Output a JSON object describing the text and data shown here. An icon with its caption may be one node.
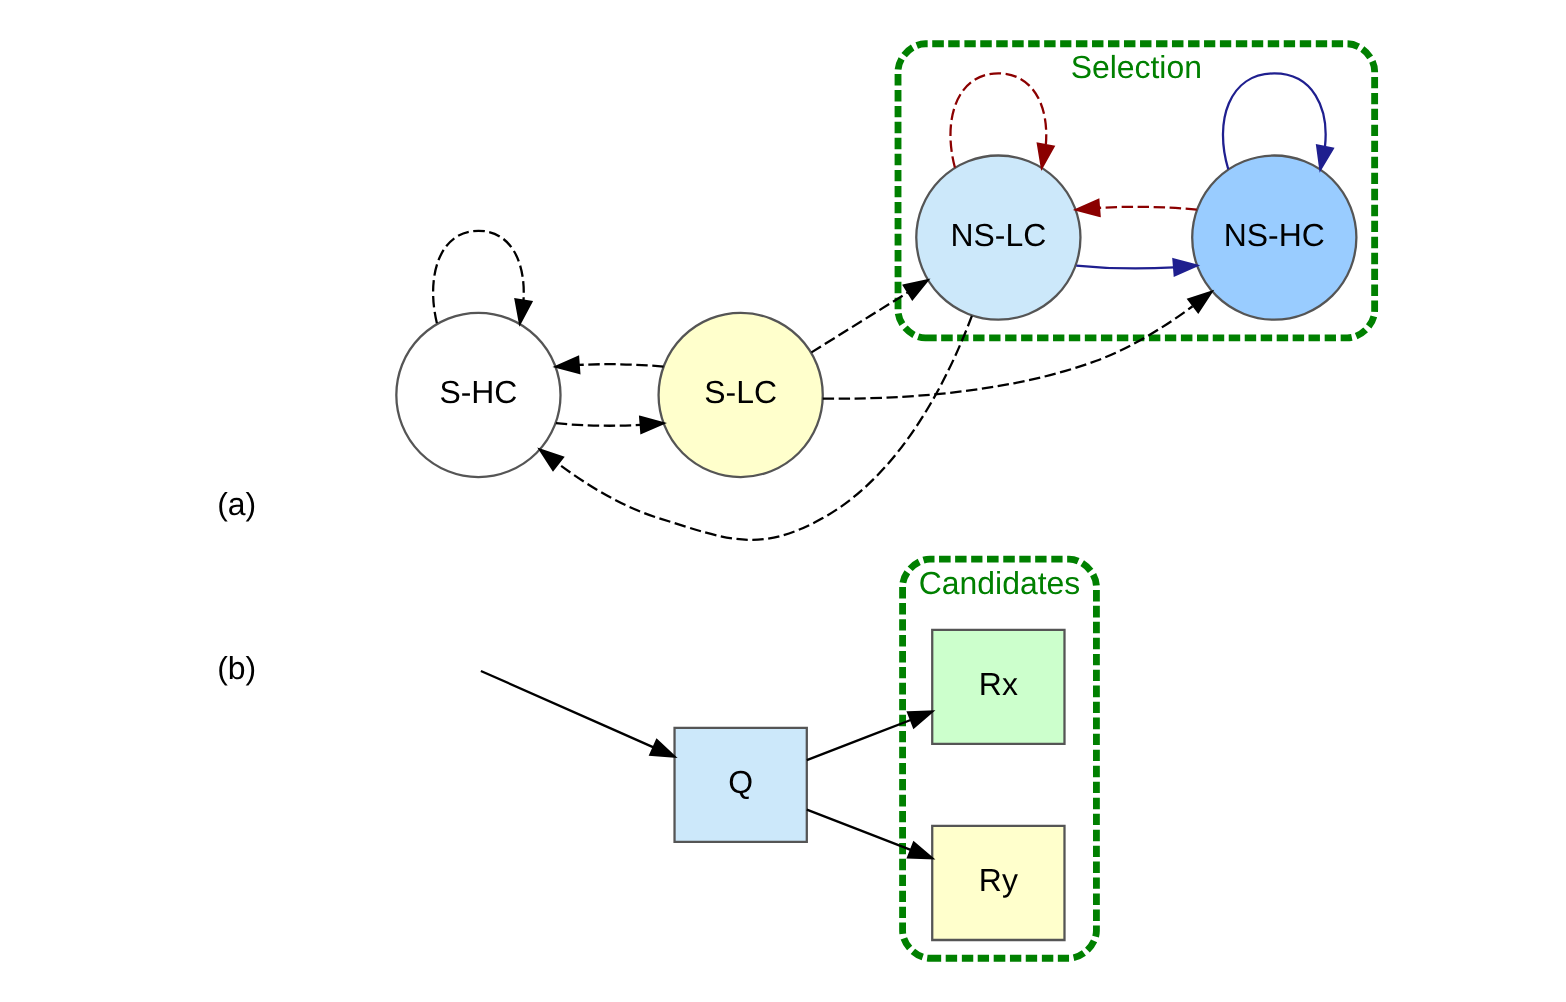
{
  "diagram": {
    "nodes": [
      {
        "text": [
          "S-HC"
        ]
      },
      {
        "text": [
          "S-LC"
        ]
      },
      {
        "text": [
          "Selection"
        ]
      },
      {
        "text": [
          "NS-LC"
        ],
        "in": 2
      },
      {
        "text": [
          "NS-HC"
        ],
        "in": 2
      },
      {
        "text": [
          "Q"
        ]
      },
      {
        "text": [
          "Candidates"
        ]
      },
      {
        "text": [
          "Rx"
        ],
        "in": 6
      },
      {
        "text": [
          "Ry"
        ],
        "in": 6
      }
    ],
    "edges": [
      {
        "from": 0,
        "to": 0,
        "arrow": "to",
        "style": "dashed"
      },
      {
        "from": 0,
        "to": 1,
        "arrow": "to",
        "style": "dashed"
      },
      {
        "from": 1,
        "to": 0,
        "arrow": "to",
        "style": "dashed"
      },
      {
        "from": 1,
        "to": 3,
        "arrow": "to",
        "style": "dashed"
      },
      {
        "from": 1,
        "to": 4,
        "arrow": "to",
        "style": "dashed"
      },
      {
        "from": 3,
        "to": 0,
        "arrow": "to",
        "style": "dashed"
      },
      {
        "from": 3,
        "to": 4,
        "arrow": "to",
        "color": "#1f1f8f"
      },
      {
        "from": 4,
        "to": 4,
        "arrow": "to",
        "color": "#1f1f8f"
      },
      {
        "from": 4,
        "to": 3,
        "arrow": "to",
        "style": "dashed",
        "color": "#8b0000"
      },
      {
        "from": 3,
        "to": 3,
        "arrow": "to",
        "style": "dashed",
        "color": "#8b0000"
      },
      {
        "from": null,
        "to": 5,
        "arrow": "to"
      },
      {
        "from": 5,
        "to": 7,
        "arrow": "to"
      },
      {
        "from": 5,
        "to": 8,
        "arrow": "to"
      }
    ],
    "labels": [
      "(a)",
      "(b)"
    ]
  }
}
